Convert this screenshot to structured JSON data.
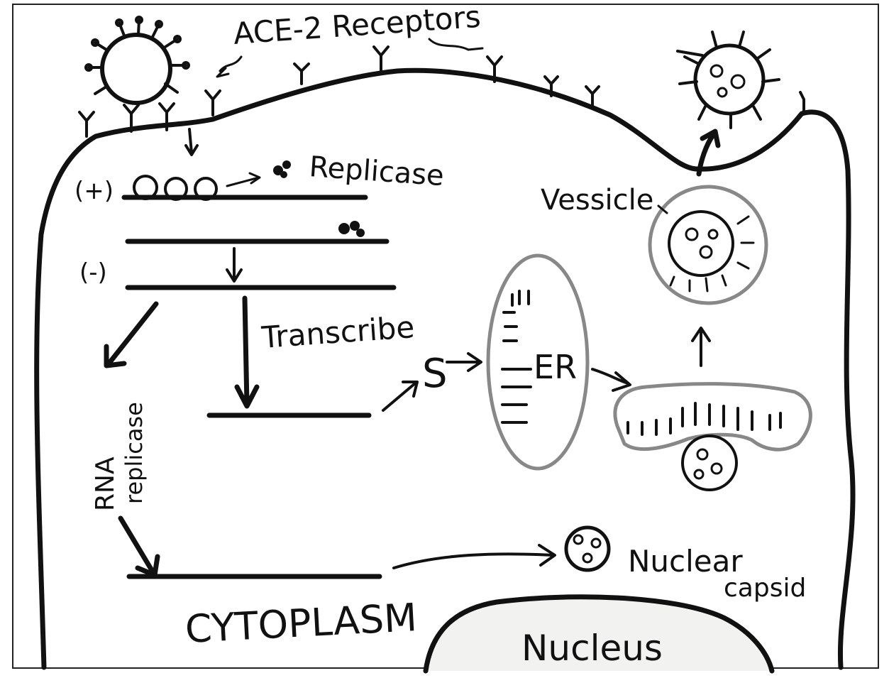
{
  "diagram": {
    "labels": {
      "receptors": "ACE-2 Receptors",
      "replicase": "Replicase",
      "plus_strand": "(+)",
      "minus_strand": "(-)",
      "transcribe": "Transcribe",
      "rna_replicase_line1": "RNA",
      "rna_replicase_line2": "replicase",
      "spike": "S",
      "er": "ER",
      "vessicle": "Vessicle",
      "nuclear_capsid_line1": "Nuclear",
      "nuclear_capsid_line2": "capsid",
      "cytoplasm": "CYTOPLASM",
      "nucleus": "Nucleus"
    }
  }
}
